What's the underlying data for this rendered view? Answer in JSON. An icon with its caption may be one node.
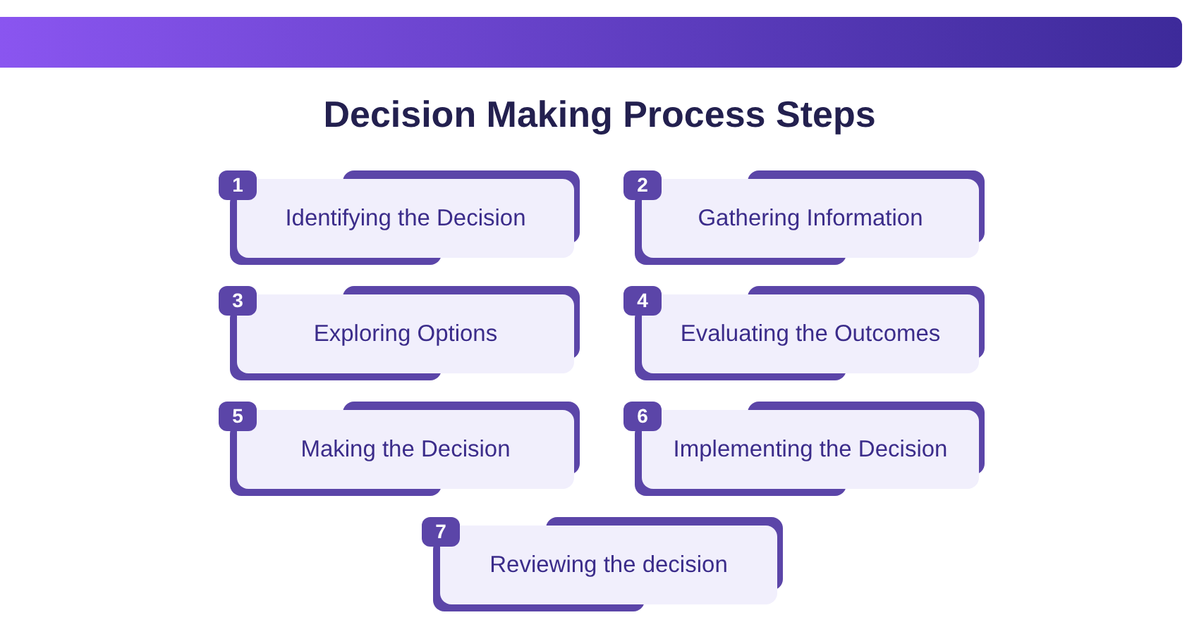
{
  "diagram": {
    "title": "Decision Making Process Steps",
    "nodes": [
      {
        "text": [
          "1",
          "Identifying the Decision"
        ]
      },
      {
        "text": [
          "2",
          "Gathering Information"
        ]
      },
      {
        "text": [
          "3",
          "Exploring Options"
        ]
      },
      {
        "text": [
          "4",
          "Evaluating the Outcomes"
        ]
      },
      {
        "text": [
          "5",
          "Making the Decision"
        ]
      },
      {
        "text": [
          "6",
          "Implementing the Decision"
        ]
      },
      {
        "text": [
          "7",
          "Reviewing the decision"
        ]
      }
    ]
  }
}
